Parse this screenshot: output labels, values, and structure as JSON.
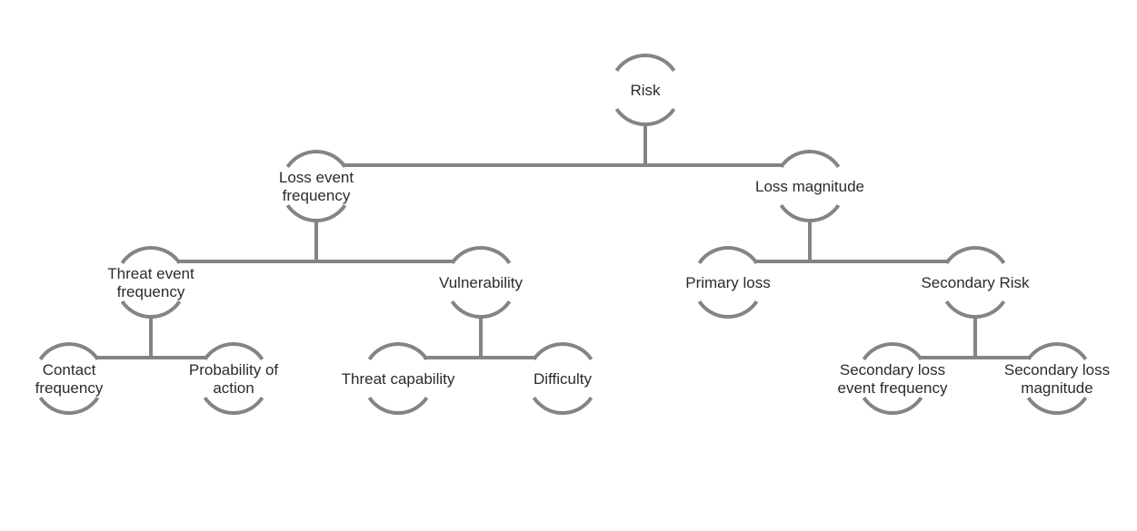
{
  "diagram": {
    "type": "tree",
    "nodes": {
      "risk": {
        "lines": [
          "Risk"
        ]
      },
      "loss_event_frequency": {
        "lines": [
          "Loss event",
          "frequency"
        ]
      },
      "loss_magnitude": {
        "lines": [
          "Loss magnitude"
        ]
      },
      "threat_event_frequency": {
        "lines": [
          "Threat event",
          "frequency"
        ]
      },
      "vulnerability": {
        "lines": [
          "Vulnerability"
        ]
      },
      "primary_loss": {
        "lines": [
          "Primary loss"
        ]
      },
      "secondary_risk": {
        "lines": [
          "Secondary Risk"
        ]
      },
      "contact_frequency": {
        "lines": [
          "Contact",
          "frequency"
        ]
      },
      "probability_of_action": {
        "lines": [
          "Probability of",
          "action"
        ]
      },
      "threat_capability": {
        "lines": [
          "Threat capability"
        ]
      },
      "difficulty": {
        "lines": [
          "Difficulty"
        ]
      },
      "secondary_loss_event_frequency": {
        "lines": [
          "Secondary loss",
          "event frequency"
        ]
      },
      "secondary_loss_magnitude": {
        "lines": [
          "Secondary loss",
          "magnitude"
        ]
      }
    },
    "edges": [
      [
        "risk",
        "loss_event_frequency"
      ],
      [
        "risk",
        "loss_magnitude"
      ],
      [
        "loss_event_frequency",
        "threat_event_frequency"
      ],
      [
        "loss_event_frequency",
        "vulnerability"
      ],
      [
        "loss_magnitude",
        "primary_loss"
      ],
      [
        "loss_magnitude",
        "secondary_risk"
      ],
      [
        "threat_event_frequency",
        "contact_frequency"
      ],
      [
        "threat_event_frequency",
        "probability_of_action"
      ],
      [
        "vulnerability",
        "threat_capability"
      ],
      [
        "vulnerability",
        "difficulty"
      ],
      [
        "secondary_risk",
        "secondary_loss_event_frequency"
      ],
      [
        "secondary_risk",
        "secondary_loss_magnitude"
      ]
    ],
    "colors": {
      "line": "#7f8780",
      "text": "#2b2b2b"
    }
  }
}
